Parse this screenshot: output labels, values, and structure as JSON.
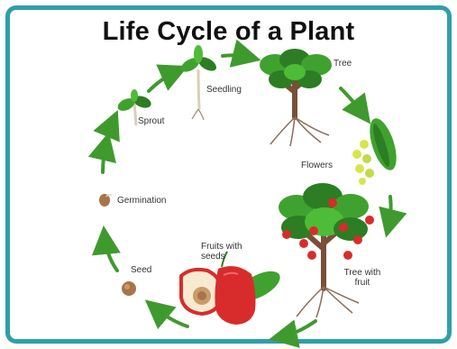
{
  "title": "Life Cycle of a Plant",
  "stages": {
    "seedling": "Seedling",
    "tree": "Tree",
    "sprout": "Sprout",
    "flowers": "Flowers",
    "germination": "Germination",
    "seed": "Seed",
    "fruits_with_seeds_line1": "Fruits with",
    "fruits_with_seeds_line2": "seeds",
    "tree_with_fruit_line1": "Tree with",
    "tree_with_fruit_line2": "fruit"
  },
  "colors": {
    "border": "#2f9fa8",
    "arrow": "#3f9a2e",
    "leaf": "#3fa22e",
    "leaf_dark": "#2c7d23",
    "trunk": "#7a4f3a",
    "root": "#8a6d5c",
    "fruit_red": "#d82c2c",
    "flower_yellow": "#d6e64a",
    "seed_brown": "#a9744a"
  }
}
